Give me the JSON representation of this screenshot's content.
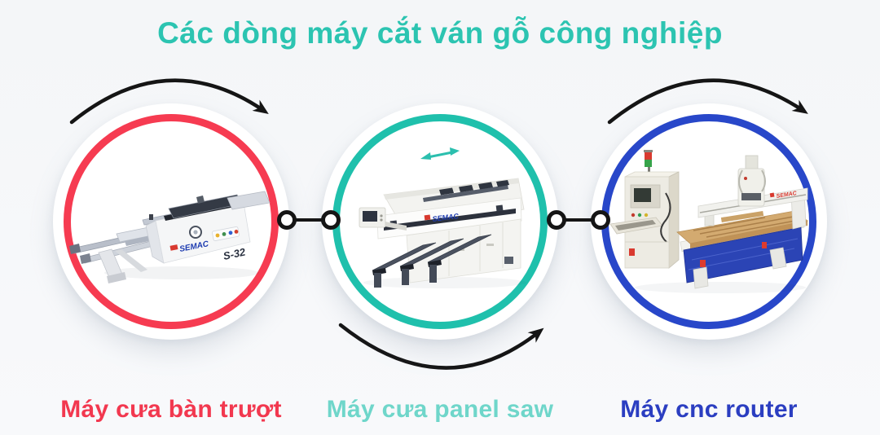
{
  "title": {
    "text": "Các dòng máy cắt ván gỗ công nghiệp",
    "color": "#2cc4b1"
  },
  "background_color": "#f6f7f9",
  "items": [
    {
      "label": "Máy cưa bàn trượt",
      "label_color": "#f2384f",
      "ring_color": "#f63b51",
      "machine": "sliding-table-saw",
      "brand": "SEMAC",
      "model": "S-32"
    },
    {
      "label": "Máy cưa panel saw",
      "label_color": "#6fd6ca",
      "ring_color": "#1fc0ac",
      "machine": "panel-saw",
      "brand": "SEMAC"
    },
    {
      "label": "Máy cnc router",
      "label_color": "#2b3ec1",
      "ring_color": "#2847c9",
      "machine": "cnc-router",
      "brand": "SEMAC"
    }
  ],
  "connectors": {
    "color": "#151515",
    "style": "dot-line-dot"
  },
  "arrows": [
    {
      "icon": "arc-arrow-icon",
      "position": "above-left-circle",
      "direction": "left-to-right"
    },
    {
      "icon": "arc-arrow-icon",
      "position": "below-middle-circle",
      "direction": "left-to-right"
    },
    {
      "icon": "arc-arrow-icon",
      "position": "above-right-circle",
      "direction": "left-to-right"
    }
  ],
  "arrow_color": "#151515"
}
